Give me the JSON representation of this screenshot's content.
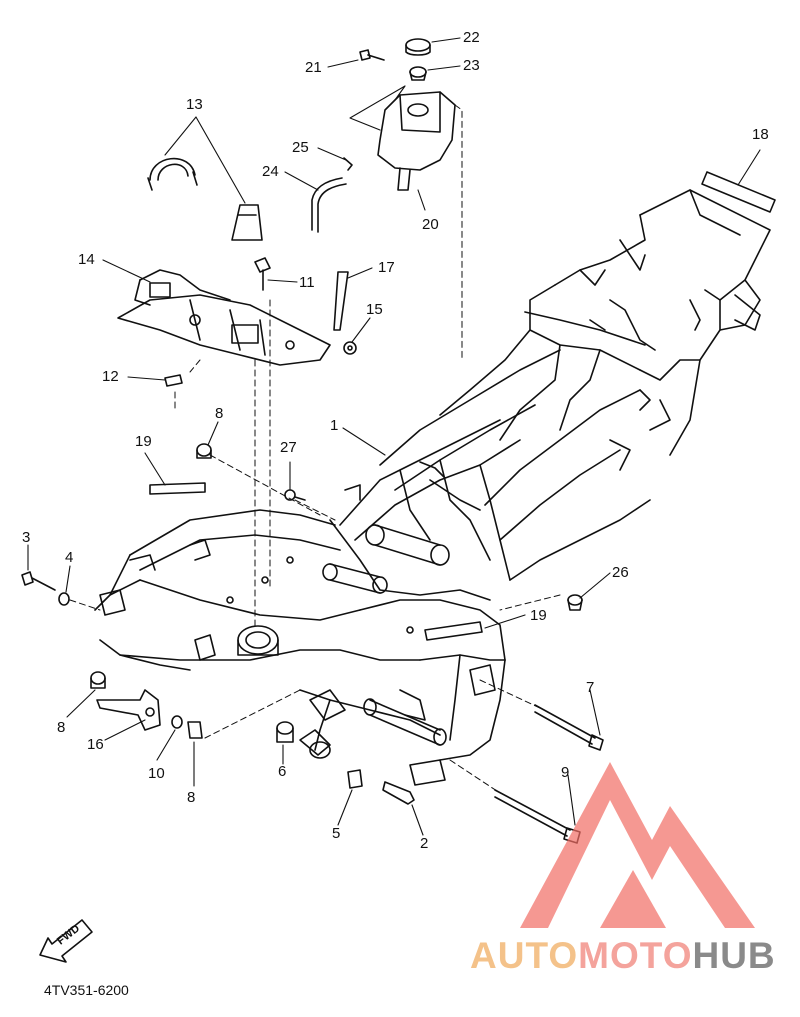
{
  "callouts": [
    {
      "id": "1",
      "text": "1"
    },
    {
      "id": "2",
      "text": "2"
    },
    {
      "id": "3",
      "text": "3"
    },
    {
      "id": "4",
      "text": "4"
    },
    {
      "id": "5",
      "text": "5"
    },
    {
      "id": "6",
      "text": "6"
    },
    {
      "id": "7",
      "text": "7"
    },
    {
      "id": "8a",
      "text": "8"
    },
    {
      "id": "8b",
      "text": "8"
    },
    {
      "id": "8c",
      "text": "8"
    },
    {
      "id": "9",
      "text": "9"
    },
    {
      "id": "10",
      "text": "10"
    },
    {
      "id": "11",
      "text": "11"
    },
    {
      "id": "12",
      "text": "12"
    },
    {
      "id": "13",
      "text": "13"
    },
    {
      "id": "14",
      "text": "14"
    },
    {
      "id": "15",
      "text": "15"
    },
    {
      "id": "16",
      "text": "16"
    },
    {
      "id": "17",
      "text": "17"
    },
    {
      "id": "18",
      "text": "18"
    },
    {
      "id": "19a",
      "text": "19"
    },
    {
      "id": "19b",
      "text": "19"
    },
    {
      "id": "20",
      "text": "20"
    },
    {
      "id": "21",
      "text": "21"
    },
    {
      "id": "22",
      "text": "22"
    },
    {
      "id": "23",
      "text": "23"
    },
    {
      "id": "24",
      "text": "24"
    },
    {
      "id": "25",
      "text": "25"
    },
    {
      "id": "26",
      "text": "26"
    },
    {
      "id": "27",
      "text": "27"
    }
  ],
  "diagram_code": "4TV351-6200",
  "fwd_label": "FWD",
  "watermark": {
    "part1": "AUTO",
    "part2": "MOTO",
    "part3": "HUB"
  },
  "colors": {
    "line": "#111111",
    "watermark_red": "#f26d64",
    "watermark_orange": "#f4b06a",
    "watermark_gray": "#8a8a8a"
  }
}
